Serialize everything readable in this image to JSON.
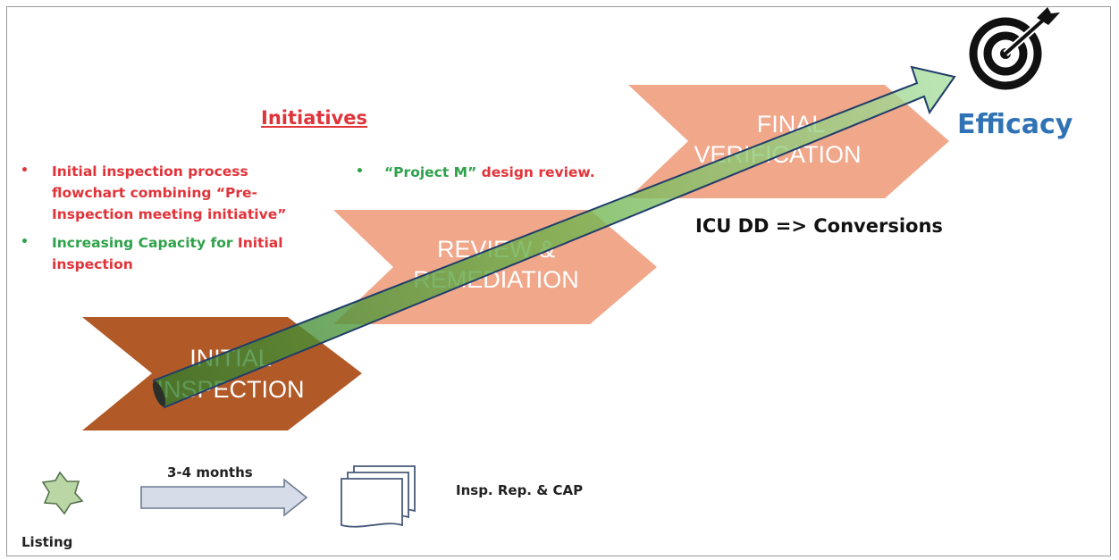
{
  "initiatives": {
    "heading": "Initiatives",
    "left": [
      {
        "text": "Initial inspection process flowchart combining “Pre-Inspection meeting initiative”",
        "color": "#e0343a"
      },
      {
        "text": "Increasing Capacity for Initial inspection",
        "color": "#2ea24a"
      }
    ],
    "middle": {
      "quote": "“Project M”",
      "rest": " design review."
    }
  },
  "stages": [
    {
      "line1": "INITIAL",
      "line2": "INSPECTION",
      "color": "#b15a28"
    },
    {
      "line1": "REVIEW &",
      "line2": "REMEDIATION",
      "color": "#f0a78a"
    },
    {
      "line1": "FINAL",
      "line2": "VERIFICATION",
      "color": "#f0a78a"
    }
  ],
  "efficacy": {
    "label": "Efficacy",
    "color": "#2f73b5"
  },
  "conversion": {
    "label": "ICU DD => Conversions"
  },
  "timeline": {
    "start": "Listing",
    "duration": "3-4 months",
    "output": "Insp. Rep. & CAP"
  }
}
